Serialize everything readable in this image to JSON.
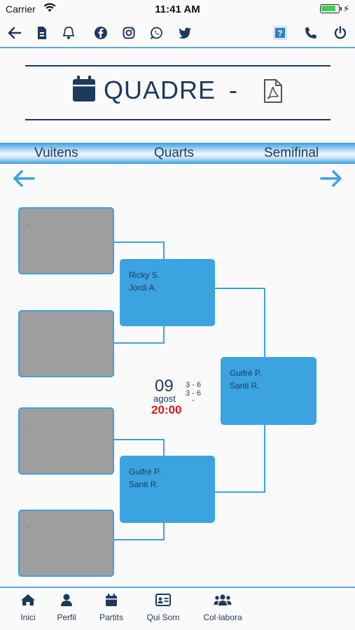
{
  "status_bar": {
    "carrier": "Carrier",
    "time": "11:41 AM",
    "battery_level": 0.85
  },
  "toolbar": {
    "icons": [
      "back-arrow-icon",
      "document-icon",
      "bell-icon",
      "facebook-icon",
      "instagram-icon",
      "whatsapp-icon",
      "twitter-icon",
      "help-icon",
      "phone-icon",
      "power-icon"
    ],
    "help_label": "?"
  },
  "title": {
    "text": "QUADRE",
    "dash": "-",
    "icons": [
      "calendar-icon",
      "pdf-icon"
    ]
  },
  "rounds": [
    "Vuitens",
    "Quarts",
    "Semifinal"
  ],
  "bracket": {
    "first_round": [
      ".",
      ".",
      ".",
      "."
    ],
    "quarters": [
      {
        "player1": "Ricky S.",
        "player2": "Jordi A."
      },
      {
        "player1": "Guifré P.",
        "player2": "Santi R."
      }
    ],
    "semifinal": {
      "player1": "Guifré P.",
      "player2": "Santi R."
    },
    "match_info": {
      "day": "09",
      "month": "agost",
      "time": "20:00",
      "scores": [
        "3 - 6",
        "3 - 6",
        "-"
      ]
    }
  },
  "bottom_nav": [
    {
      "label": "Inici",
      "icon": "home-icon"
    },
    {
      "label": "Perfil",
      "icon": "user-icon"
    },
    {
      "label": "Partits",
      "icon": "calendar-icon"
    },
    {
      "label": "Qui Som",
      "icon": "id-card-icon"
    },
    {
      "label": "Col·labora",
      "icon": "users-icon"
    }
  ],
  "colors": {
    "primary": "#1d3a5c",
    "accent": "#3ba3e0",
    "time": "#e0181d",
    "empty_slot": "#9e9e9e"
  }
}
